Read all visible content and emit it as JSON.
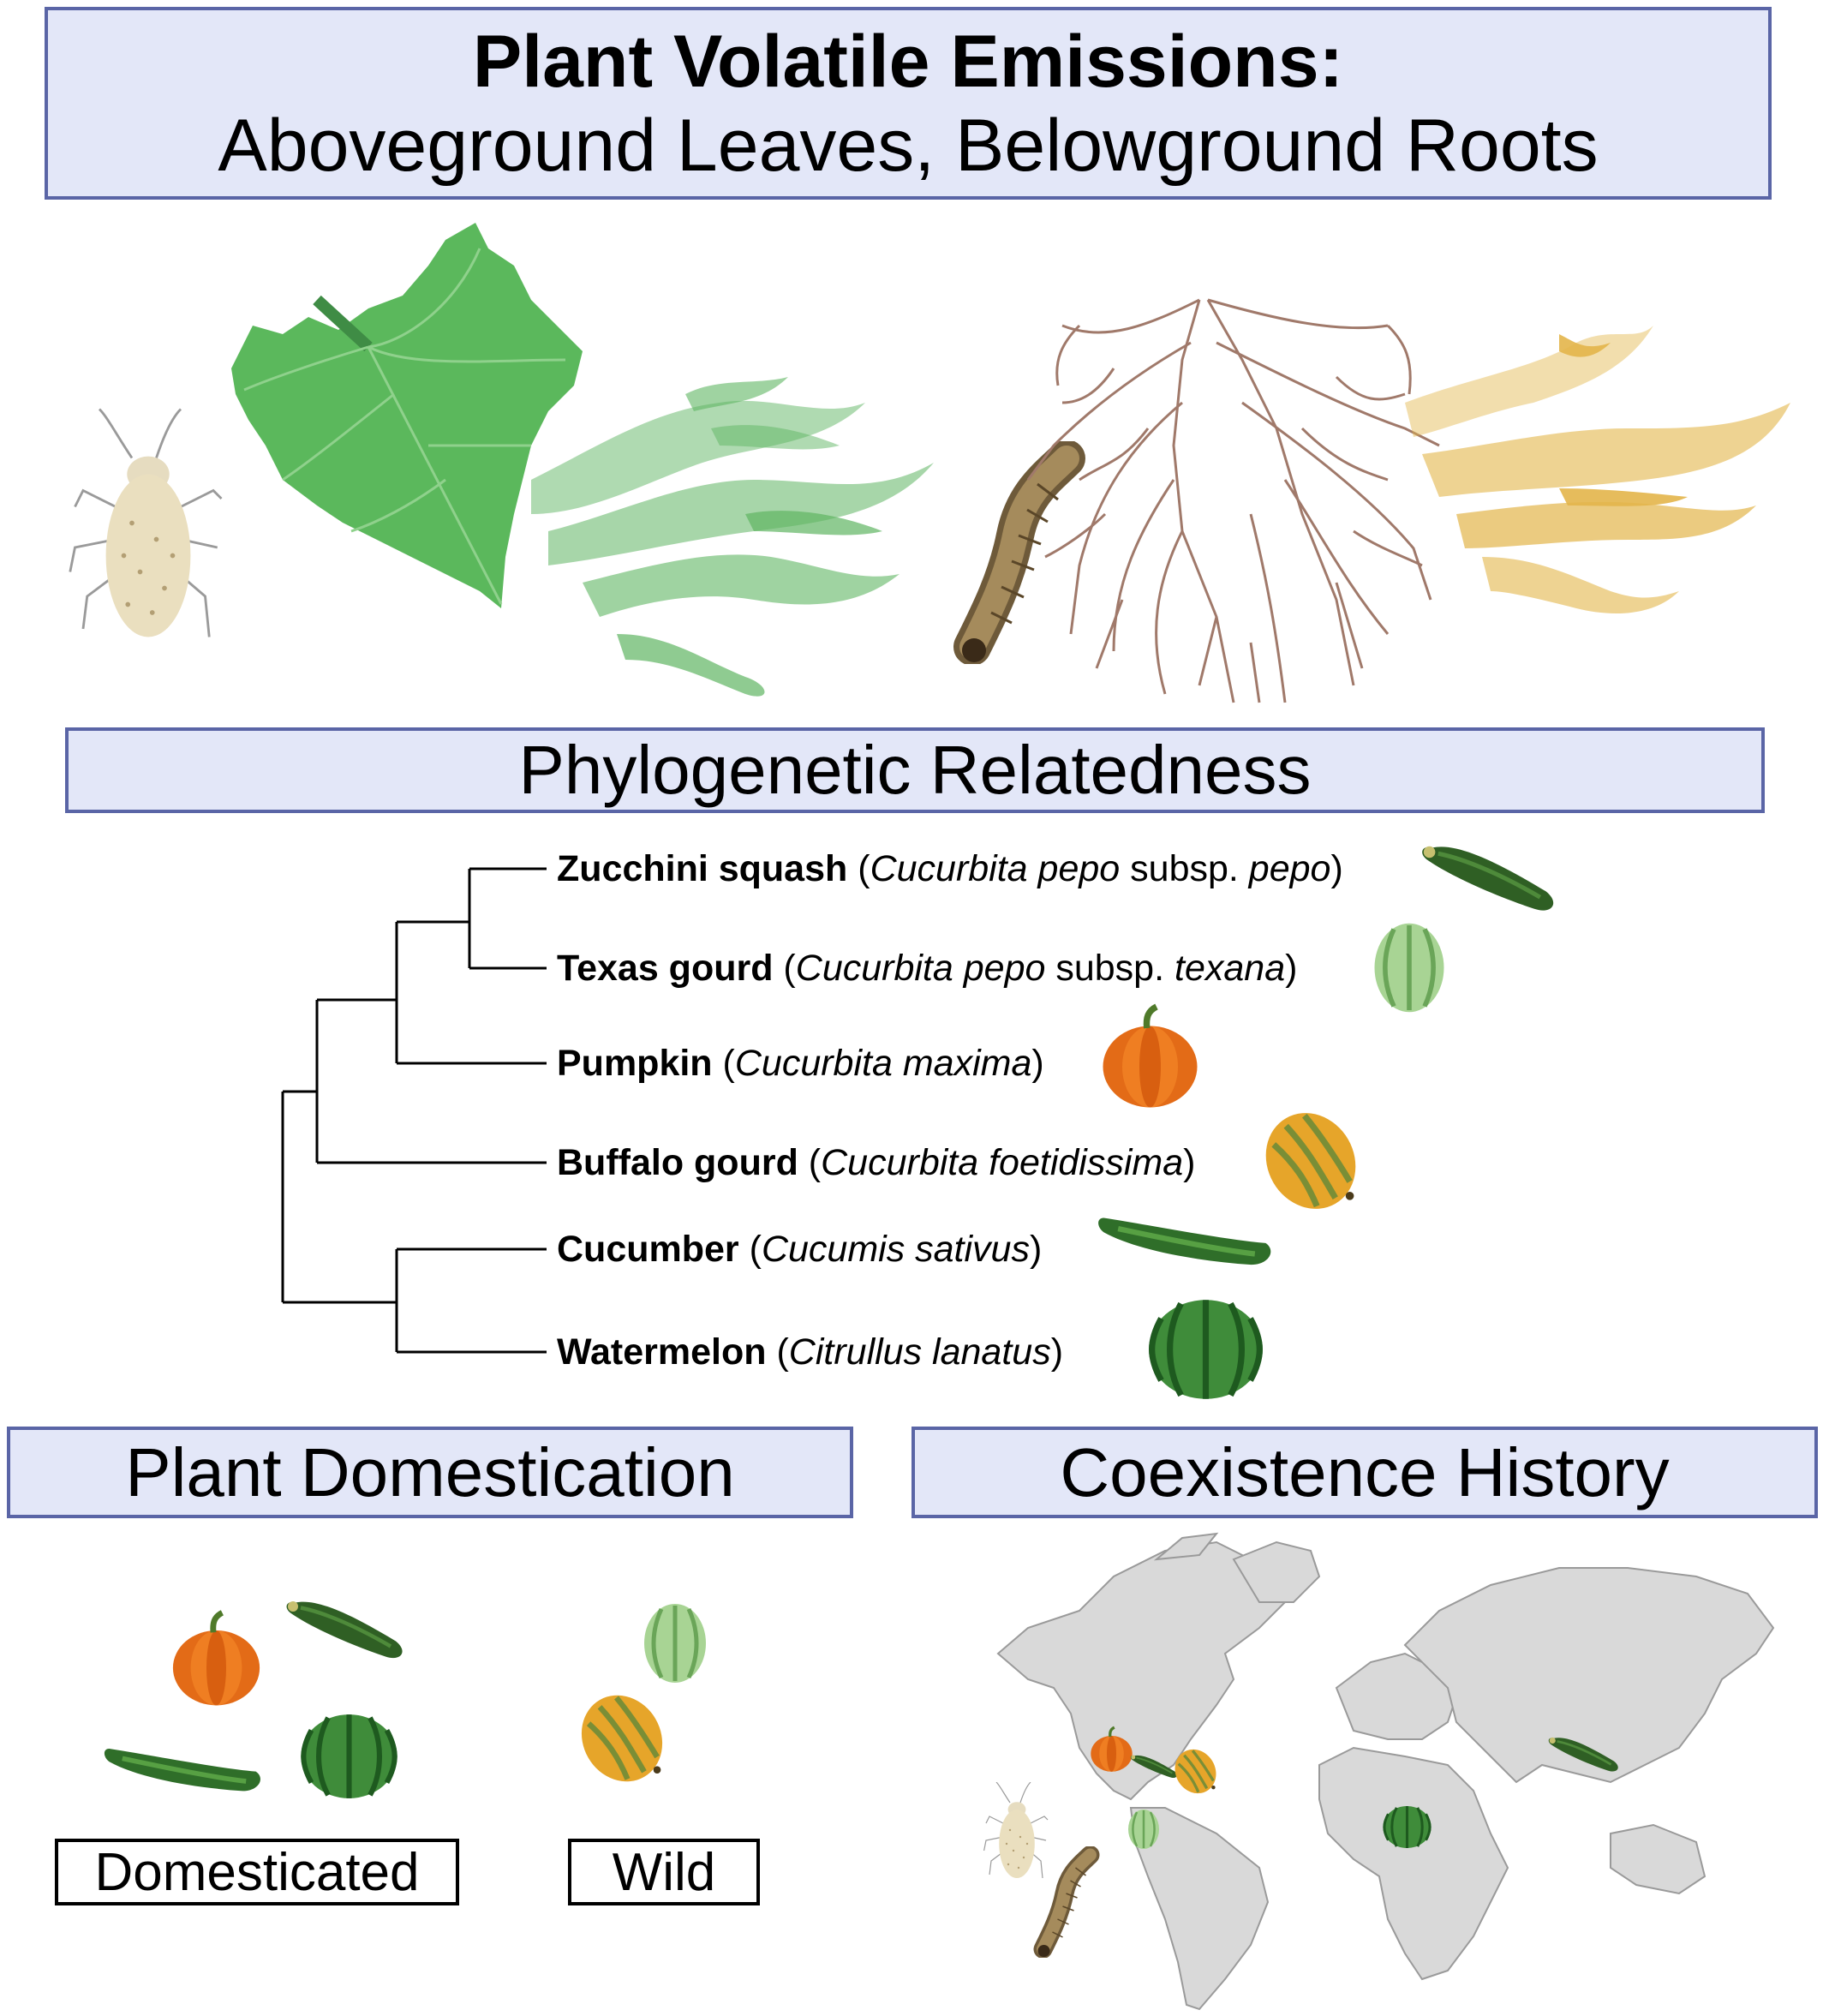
{
  "header": {
    "title_line1": "Plant Volatile Emissions:",
    "title_line2": "Aboveground Leaves, Belowground Roots"
  },
  "phylogeny": {
    "heading": "Phylogenetic Relatedness",
    "taxa": [
      {
        "common": "Zucchini squash",
        "p1": " (",
        "sci_a": "Cucurbita pepo",
        "mid": " subsp. ",
        "sci_b": "pepo",
        "p2": ")"
      },
      {
        "common": "Texas gourd",
        "p1": " (",
        "sci_a": "Cucurbita pepo",
        "mid": " subsp. ",
        "sci_b": "texana",
        "p2": ")"
      },
      {
        "common": "Pumpkin",
        "p1": " (",
        "sci_a": "Cucurbita maxima",
        "mid": "",
        "sci_b": "",
        "p2": ")"
      },
      {
        "common": "Buffalo gourd",
        "p1": " (",
        "sci_a": "Cucurbita foetidissima",
        "mid": "",
        "sci_b": "",
        "p2": ")"
      },
      {
        "common": "Cucumber",
        "p1": " (",
        "sci_a": "Cucumis sativus",
        "mid": "",
        "sci_b": "",
        "p2": ")"
      },
      {
        "common": "Watermelon",
        "p1": " (",
        "sci_a": "Citrullus lanatus",
        "mid": "",
        "sci_b": "",
        "p2": ")"
      }
    ]
  },
  "domestication": {
    "heading": "Plant Domestication",
    "domesticated_label": "Domesticated",
    "wild_label": "Wild"
  },
  "coexistence": {
    "heading": "Coexistence History"
  },
  "colors": {
    "banner_fill": "#e3e7f8",
    "banner_border": "#5a65a6",
    "leaf_green": "#5bb85c",
    "root_brown": "#a0796a",
    "root_volatile": "#e3b54a",
    "pumpkin_orange": "#e8731b",
    "zucchini_green": "#2e5e22",
    "map_gray": "#d9d9d9"
  },
  "icons": [
    "aphid-icon",
    "leaf-icon",
    "leaf-volatile-icon",
    "root-larva-icon",
    "roots-icon",
    "root-volatile-icon",
    "zucchini-icon",
    "texas-gourd-icon",
    "pumpkin-icon",
    "buffalo-gourd-icon",
    "cucumber-icon",
    "watermelon-icon",
    "world-map-icon"
  ]
}
